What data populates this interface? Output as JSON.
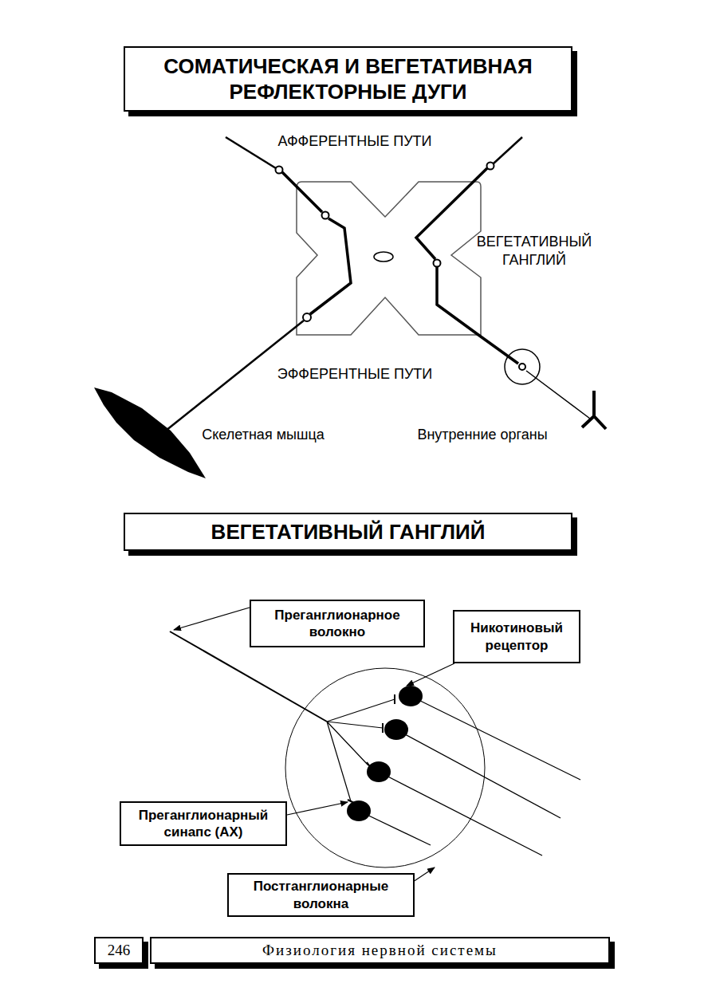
{
  "diagram": {
    "nodes": [
      {
        "text": [
          "СОМАТИЧЕСКАЯ И ВЕГЕТАТИВНАЯ РЕФЛЕКТОРНЫЕ ДУГИ"
        ]
      },
      {
        "text": [
          "ВЕГЕТАТИВНЫЙ ГАНГЛИЙ"
        ]
      },
      {
        "text": [
          "Преганглионарное волокно"
        ]
      },
      {
        "text": [
          "Никотиновый рецептор"
        ]
      },
      {
        "text": [
          "Преганглионарный синапс (АХ)"
        ]
      },
      {
        "text": [
          "Постганглионарные волокна"
        ]
      },
      {
        "text": [
          "246"
        ]
      },
      {
        "text": [
          "Физиология нервной системы"
        ]
      }
    ],
    "edges": [],
    "labels": [
      "АФФЕРЕНТНЫЕ ПУТИ",
      "ВЕГЕТАТИВНЫЙ ГАНГЛИЙ",
      "ЭФФЕРЕНТНЫЕ ПУТИ",
      "Скелетная мышца",
      "Внутренние органы"
    ]
  }
}
